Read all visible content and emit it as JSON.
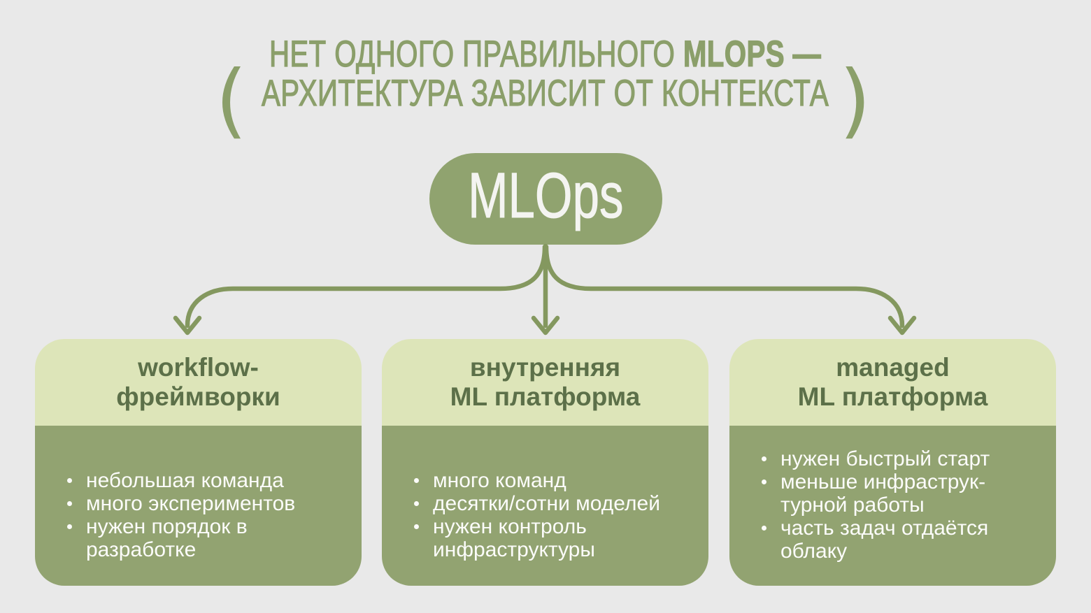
{
  "title": {
    "paren_left": "(",
    "line1_regular": "НЕТ ОДНОГО ПРАВИЛЬНОГО",
    "line1_bold": "MLOPS —",
    "line2": "АРХИТЕКТУРА ЗАВИСИТ ОТ КОНТЕКСТА",
    "paren_right": ")"
  },
  "root": {
    "label": "MLOps"
  },
  "cards": [
    {
      "id": "workflow-frameworks",
      "title": "workflow-\nфреймворки",
      "bullets": [
        "небольшая команда",
        "много экспериментов",
        "нужен порядок в\nразработке"
      ]
    },
    {
      "id": "internal-ml-platform",
      "title": "внутренняя\nML платформа",
      "bullets": [
        "много команд",
        "десятки/сотни моделей",
        "нужен контроль\nинфраструктуры"
      ]
    },
    {
      "id": "managed-ml-platform",
      "title": "managed\nML платформа",
      "bullets": [
        "нужен быстрый старт",
        "меньше инфраструк-\nтурной работы",
        "часть задач отдаётся\nоблаку"
      ]
    }
  ],
  "colors": {
    "background": "#E9E9E9",
    "title_green": "#8B9F6A",
    "arrow_green": "#84985F",
    "node_green": "#90A36F",
    "card_body_green": "#92A371",
    "card_header_green": "#DDE5B9",
    "card_title_text": "#5C7049",
    "bullet_text": "#FCFCFA",
    "node_text": "#F4F4F1"
  }
}
